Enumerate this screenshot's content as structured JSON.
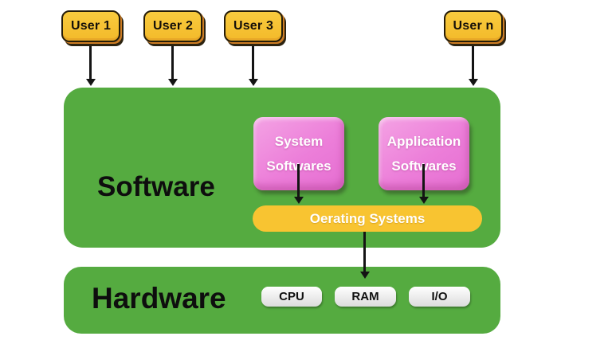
{
  "colors": {
    "background": "#ffffff",
    "green": "#55ab40",
    "yellow": "#f8c431",
    "pink": "#ec7ed9",
    "user_box_fill": "#f5c033",
    "arrow": "#141414",
    "text_dark": "#0e0e0e",
    "text_white": "#ffffff",
    "hw_pill_fill": "#e9e9e9"
  },
  "users": [
    {
      "label": "User 1"
    },
    {
      "label": "User 2"
    },
    {
      "label": "User 3"
    },
    {
      "label": "User n"
    }
  ],
  "software": {
    "label": "Software",
    "boxes": [
      {
        "line1": "System",
        "line2": "Softwares"
      },
      {
        "line1": "Application",
        "line2": "Softwares"
      }
    ],
    "os_bar": "Oerating Systems"
  },
  "hardware": {
    "label": "Hardware",
    "components": [
      "CPU",
      "RAM",
      "I/O"
    ]
  }
}
